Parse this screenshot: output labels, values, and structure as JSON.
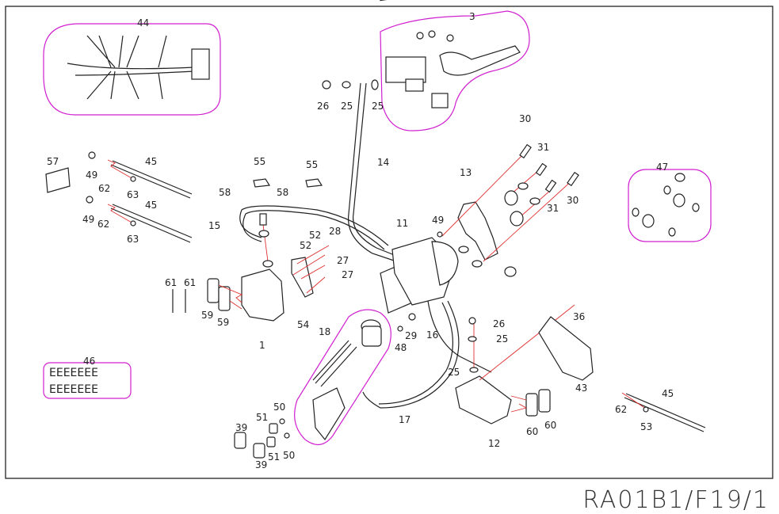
{
  "diagram_code": "RA01B1/F19/1",
  "colors": {
    "group_outline": "#d020d0",
    "assembly_line": "#e03030",
    "frame": "#222222"
  },
  "callouts": [
    "44",
    "3",
    "26",
    "25",
    "25",
    "14",
    "30",
    "31",
    "13",
    "49",
    "11",
    "31",
    "30",
    "47",
    "57",
    "49",
    "62",
    "45",
    "63",
    "49",
    "62",
    "45",
    "63",
    "55",
    "58",
    "55",
    "58",
    "15",
    "52",
    "52",
    "28",
    "27",
    "27",
    "61",
    "61",
    "59",
    "59",
    "1",
    "54",
    "18",
    "48",
    "29",
    "16",
    "26",
    "25",
    "25",
    "36",
    "43",
    "46",
    "12",
    "60",
    "60",
    "17",
    "45",
    "62",
    "53",
    "50",
    "51",
    "50",
    "51",
    "39",
    "39"
  ]
}
